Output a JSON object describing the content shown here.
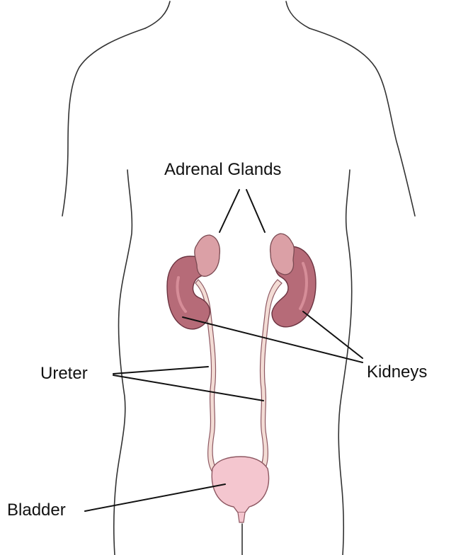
{
  "labels": {
    "adrenal_glands": "Adrenal Glands",
    "ureter": "Ureter",
    "kidneys": "Kidneys",
    "bladder": "Bladder"
  },
  "colors": {
    "kidney_fill": "#b66b78",
    "kidney_stroke": "#6b3340",
    "adrenal_fill": "#dba0a6",
    "adrenal_stroke": "#7a4a52",
    "bladder_fill": "#f4c6cf",
    "bladder_stroke": "#8e5862",
    "ureter_fill": "#f3dcd5",
    "outline": "#333333",
    "leader_line": "#111111"
  }
}
